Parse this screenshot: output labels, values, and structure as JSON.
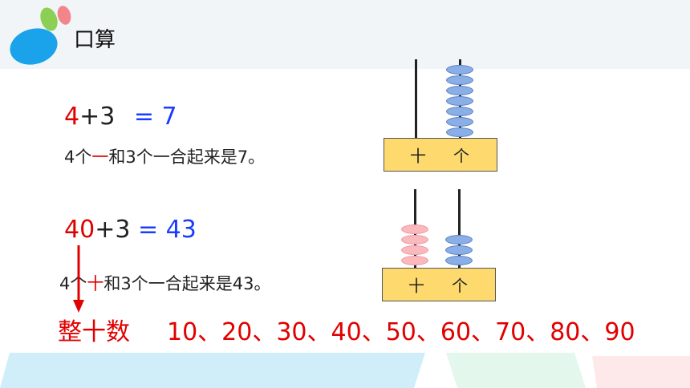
{
  "header": {
    "title": "口算"
  },
  "equation1": {
    "part1": "4",
    "part2": "+3",
    "equals": "= 7"
  },
  "sentence1": {
    "part1": "4个",
    "part2": "一",
    "part3": "和3个一合起来是7。"
  },
  "equation2": {
    "part1": "40",
    "part2": "+3",
    "equals": "= 43"
  },
  "sentence2": {
    "part1": "4个",
    "part2": "十",
    "part3": "和3个一合起来是43。"
  },
  "abacus1": {
    "tens_label": "十",
    "ones_label": "个",
    "tens_beads": 0,
    "ones_beads": 7
  },
  "abacus2": {
    "tens_label": "十",
    "ones_label": "个",
    "tens_beads": 4,
    "ones_beads": 3
  },
  "whole_tens": {
    "label": "整十数",
    "values": "10、20、30、40、50、60、70、80、90"
  },
  "colors": {
    "red": "#e00000",
    "blue": "#1a3cff",
    "bead_blue": "#8aaee6",
    "bead_pink": "#fbb9be",
    "base": "#fdd96e"
  }
}
